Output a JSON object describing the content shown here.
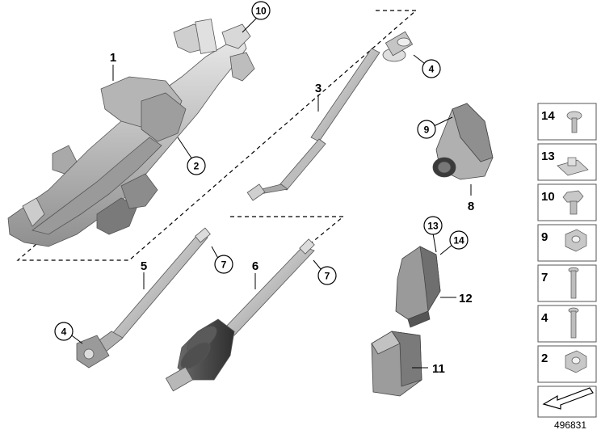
{
  "labels": {
    "main": [
      "1",
      "3",
      "5",
      "6",
      "8",
      "11",
      "12"
    ],
    "circled": [
      "10",
      "2",
      "4",
      "9",
      "7",
      "7",
      "4",
      "13",
      "14"
    ]
  },
  "legend": {
    "items": [
      "14",
      "13",
      "10",
      "9",
      "7",
      "4",
      "2"
    ]
  },
  "reference_number": "496831",
  "colors": {
    "part_fill": "#c9c9c9",
    "part_dark": "#8a8a8a",
    "part_light": "#e6e6e6",
    "line": "#000000",
    "legend_border": "#555555"
  }
}
